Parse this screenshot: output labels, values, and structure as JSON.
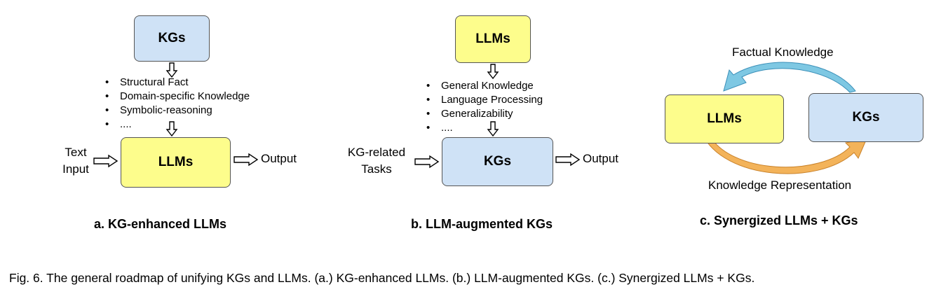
{
  "panel_a": {
    "top_box": "KGs",
    "bullets": [
      "Structural Fact",
      "Domain-specific Knowledge",
      "Symbolic-reasoning",
      "...."
    ],
    "main_box": "LLMs",
    "input_line1": "Text",
    "input_line2": "Input",
    "output": "Output",
    "label": "a. KG-enhanced LLMs"
  },
  "panel_b": {
    "top_box": "LLMs",
    "bullets": [
      "General Knowledge",
      "Language Processing",
      "Generalizability",
      "...."
    ],
    "main_box": "KGs",
    "input_line1": "KG-related",
    "input_line2": "Tasks",
    "output": "Output",
    "label": "b. LLM-augmented KGs"
  },
  "panel_c": {
    "left_box": "LLMs",
    "right_box": "KGs",
    "top_arrow_label": "Factual Knowledge",
    "bottom_arrow_label": "Knowledge Representation",
    "label": "c. Synergized LLMs + KGs",
    "colors": {
      "top_arrow": "#7ec8e3",
      "bottom_arrow": "#f3b35a"
    }
  },
  "caption": "Fig. 6. The general roadmap of unifying KGs and LLMs. (a.) KG-enhanced LLMs. (b.) LLM-augmented KGs. (c.) Synergized LLMs + KGs."
}
